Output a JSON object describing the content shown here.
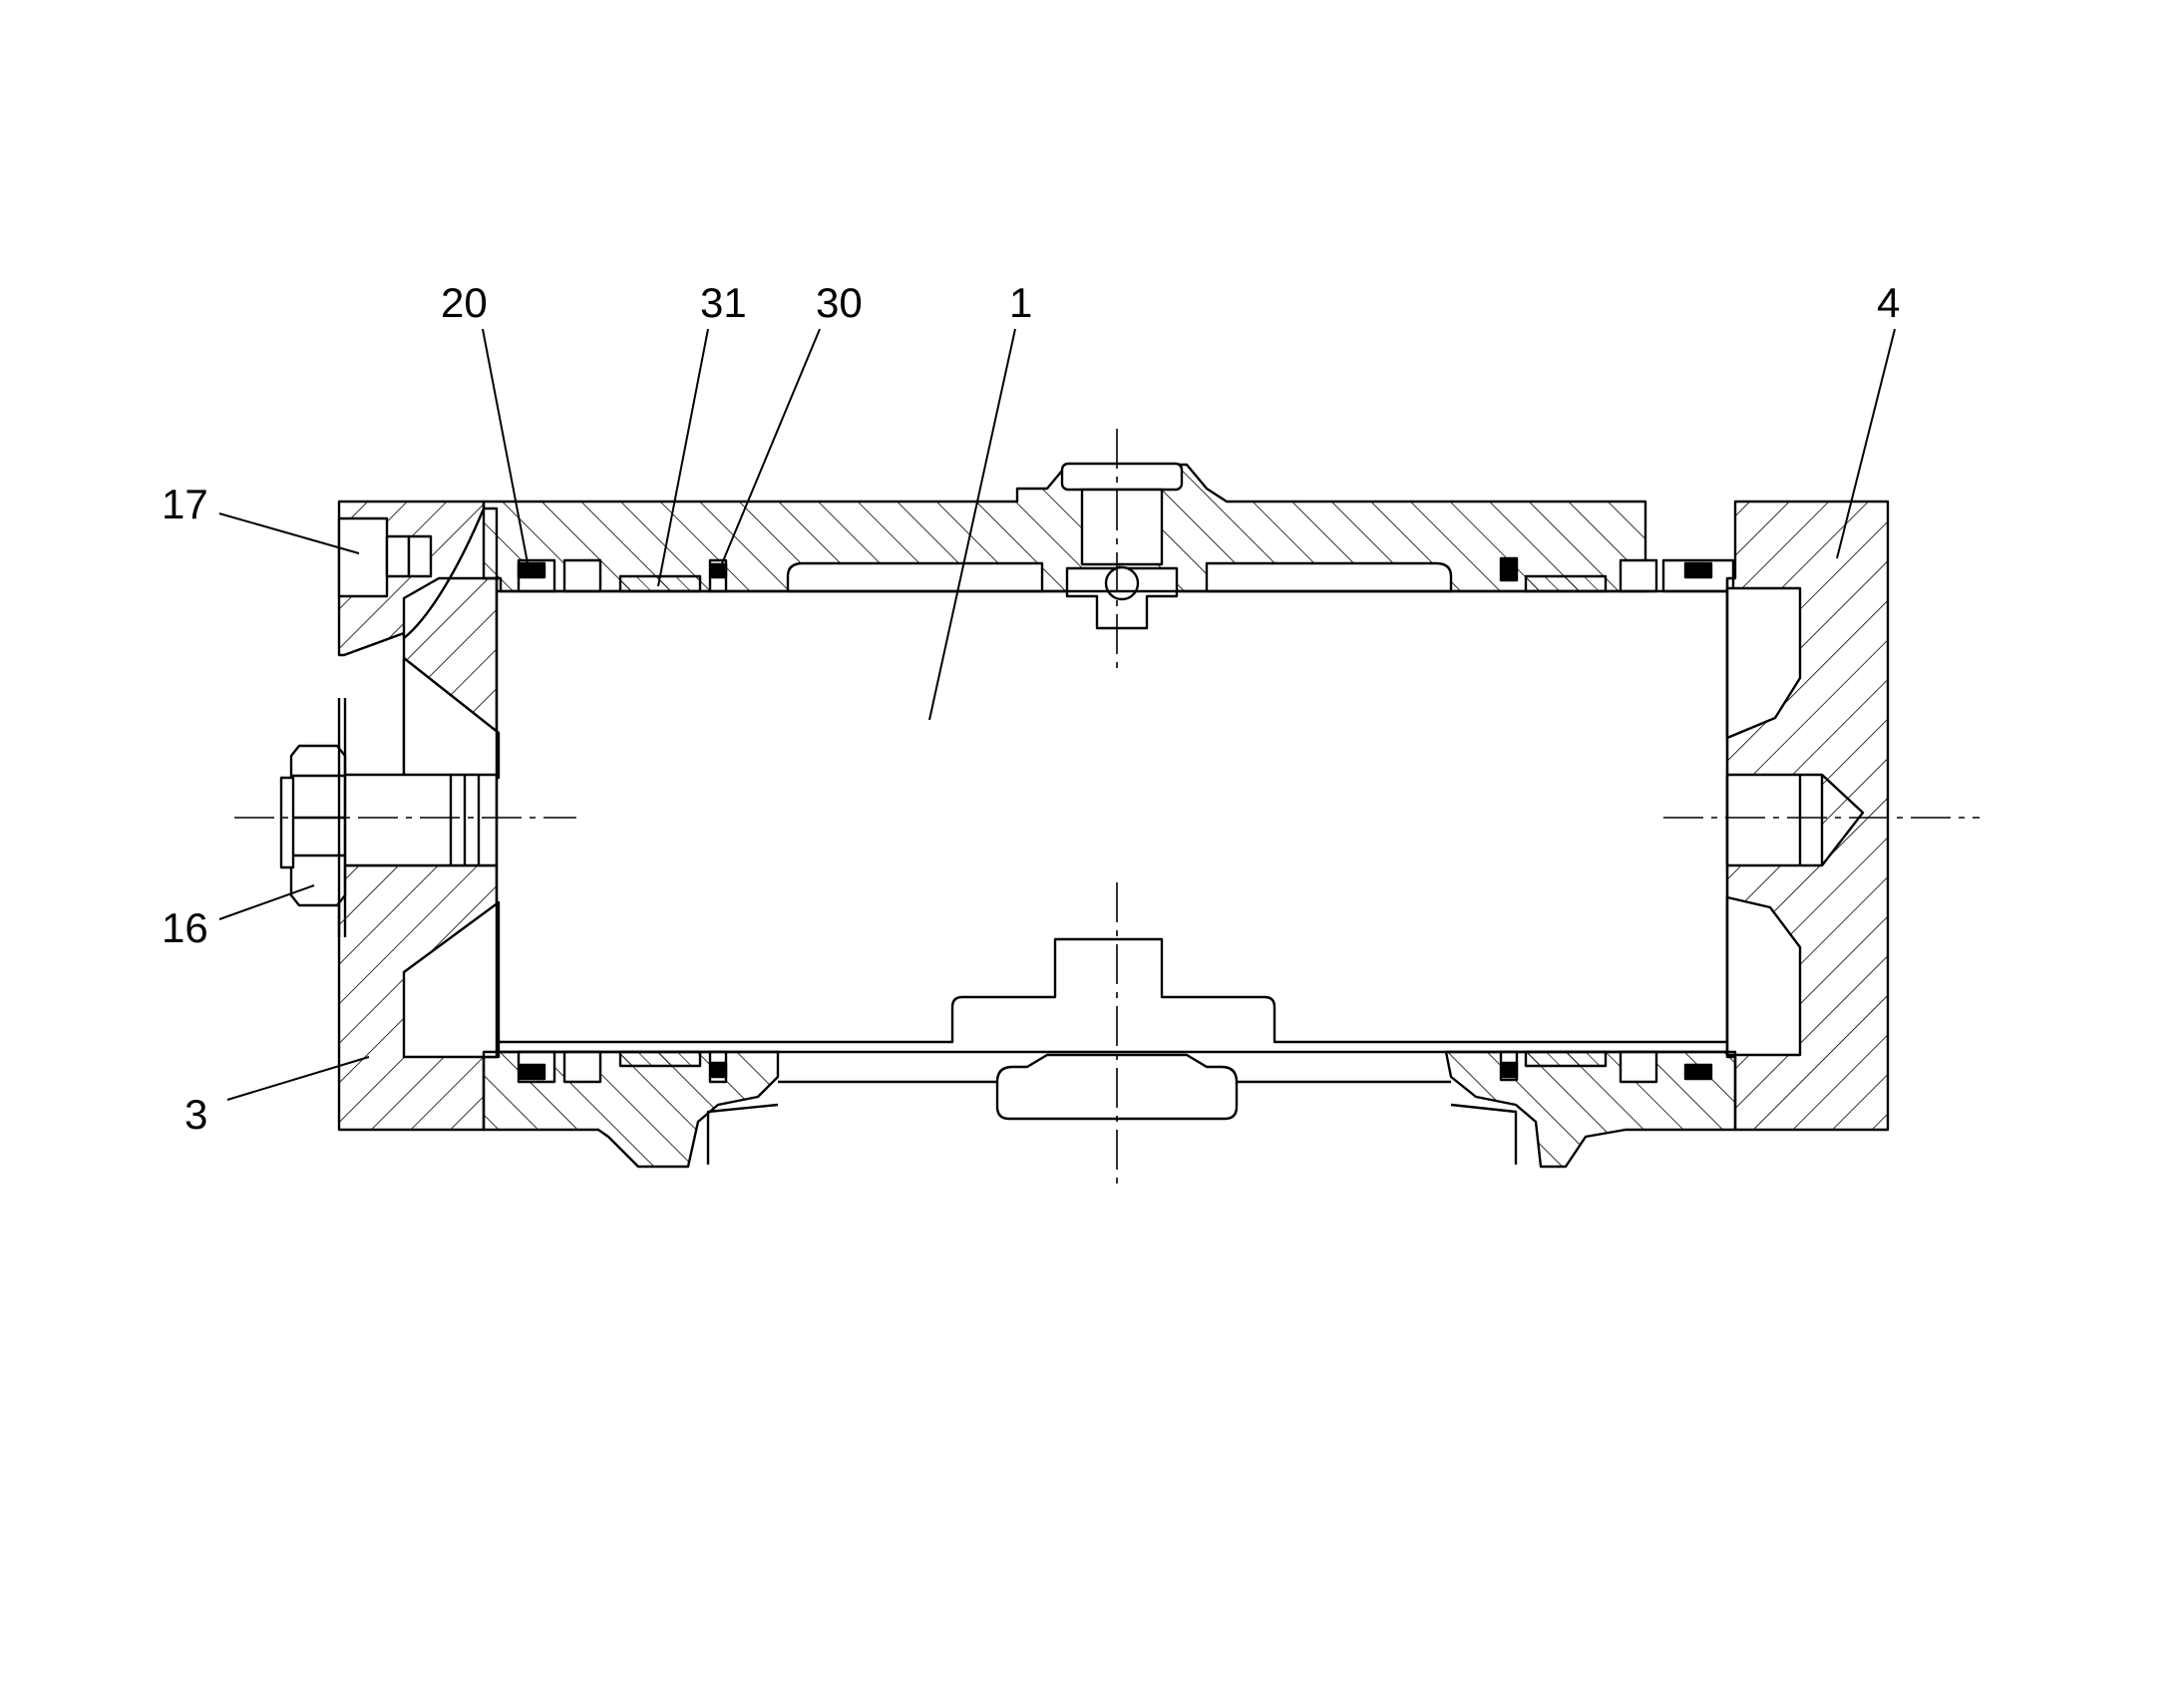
{
  "figure": {
    "labels": {
      "l20": "20",
      "l31": "31",
      "l30": "30",
      "l1": "1",
      "l4": "4",
      "l17": "17",
      "l16": "16",
      "l3": "3"
    }
  },
  "colors": {
    "line": "#000000",
    "background": "#ffffff"
  }
}
